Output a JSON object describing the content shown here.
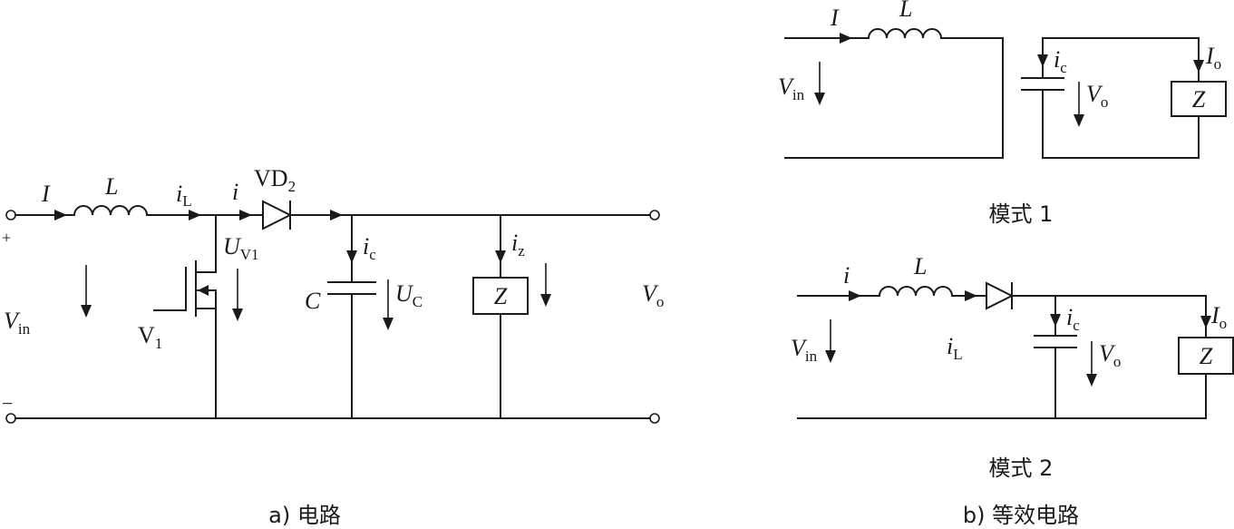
{
  "circuit_a": {
    "caption": "a) 电路",
    "labels": {
      "input_current": "I",
      "inductor": "L",
      "inductor_current": "i",
      "inductor_current_sub": "L",
      "current_i": "i",
      "diode": "VD",
      "diode_sub": "2",
      "switch_voltage": "U",
      "switch_voltage_sub": "V1",
      "capacitor_current": "i",
      "capacitor_current_sub": "c",
      "capacitor": "C",
      "cap_voltage": "U",
      "cap_voltage_sub": "C",
      "load_current": "i",
      "load_current_sub": "z",
      "load": "Z",
      "input_voltage": "V",
      "input_voltage_sub": "in",
      "output_voltage": "V",
      "output_voltage_sub": "o",
      "switch": "V",
      "switch_sub": "1",
      "plus": "+",
      "minus": "−"
    }
  },
  "mode1": {
    "caption": "模式 1",
    "labels": {
      "input_current": "I",
      "inductor": "L",
      "input_voltage": "V",
      "input_voltage_sub": "in",
      "capacitor_current": "i",
      "capacitor_current_sub": "c",
      "output_voltage": "V",
      "output_voltage_sub": "o",
      "output_current": "I",
      "output_current_sub": "o",
      "load": "Z"
    }
  },
  "mode2": {
    "caption": "模式 2",
    "labels": {
      "input_current": "i",
      "inductor": "L",
      "inductor_current": "i",
      "inductor_current_sub": "L",
      "input_voltage": "V",
      "input_voltage_sub": "in",
      "capacitor_current": "i",
      "capacitor_current_sub": "c",
      "output_voltage": "V",
      "output_voltage_sub": "o",
      "output_current": "I",
      "output_current_sub": "o",
      "load": "Z"
    }
  },
  "group_b_caption": "b) 等效电路"
}
